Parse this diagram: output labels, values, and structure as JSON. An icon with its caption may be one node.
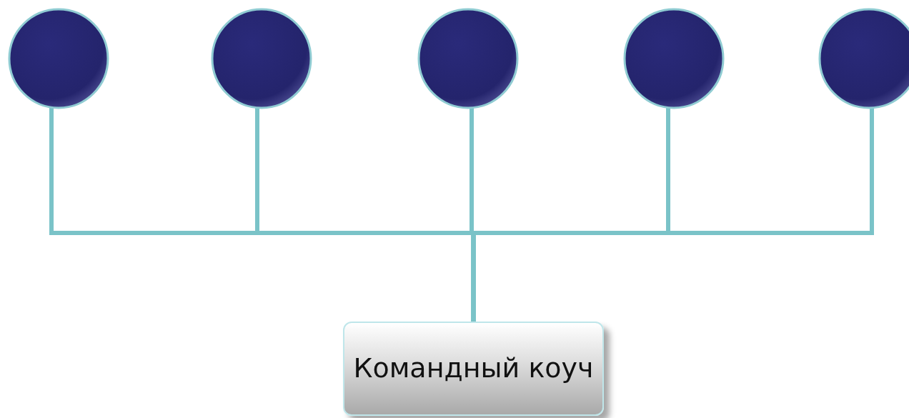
{
  "diagram": {
    "nodes": [
      {
        "text": [],
        "shape": "circle"
      },
      {
        "text": [],
        "shape": "circle"
      },
      {
        "text": [],
        "shape": "circle"
      },
      {
        "text": [],
        "shape": "circle"
      },
      {
        "text": [],
        "shape": "circle"
      },
      {
        "text": [
          "Командный коуч"
        ]
      }
    ],
    "edges": [
      {
        "from": 5,
        "to": 0,
        "arrow": "none"
      },
      {
        "from": 5,
        "to": 1,
        "arrow": "none"
      },
      {
        "from": 5,
        "to": 2,
        "arrow": "none"
      },
      {
        "from": 5,
        "to": 3,
        "arrow": "none"
      },
      {
        "from": 5,
        "to": 4,
        "arrow": "none"
      }
    ]
  }
}
